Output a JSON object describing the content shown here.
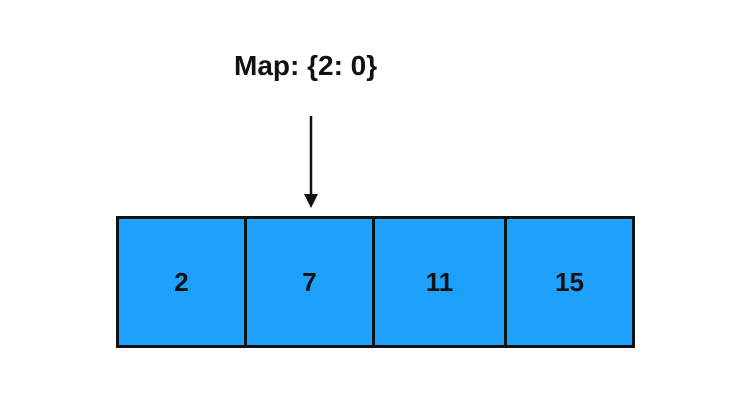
{
  "map_label": "Map: {2: 0}",
  "array": {
    "values": [
      "2",
      "7",
      "11",
      "15"
    ],
    "pointer_index": 1
  },
  "colors": {
    "cell_fill": "#1ea1fc",
    "border": "#111111",
    "text": "#111111",
    "background": "#ffffff"
  }
}
